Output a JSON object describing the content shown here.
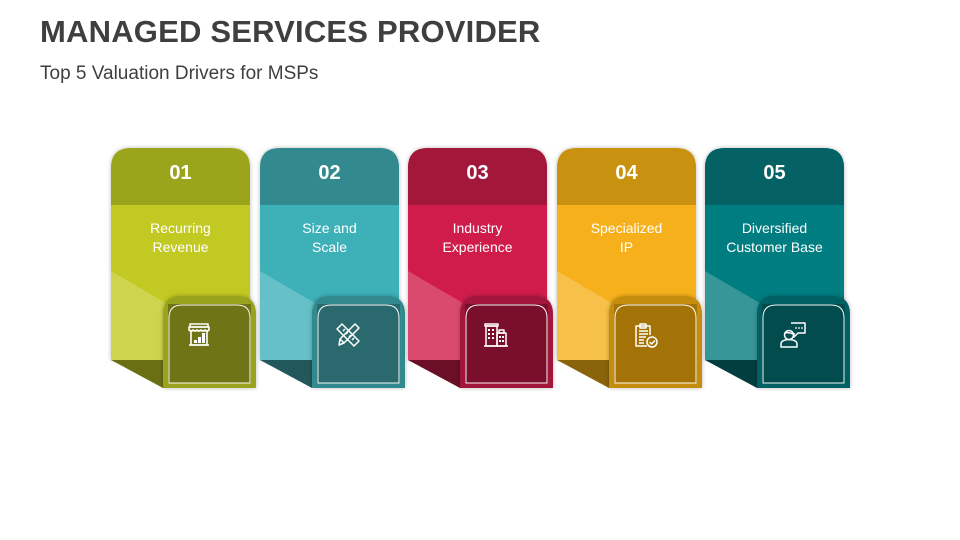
{
  "header": {
    "title": "MANAGED SERVICES PROVIDER",
    "subtitle": "Top 5 Valuation Drivers for MSPs"
  },
  "cards": [
    {
      "number": "01",
      "label": "Recurring\nRevenue",
      "icon": "store-chart-icon",
      "colors": {
        "header": "#9ba51c",
        "body": "#c2c922",
        "wedge": "#cfd44f",
        "fold": "#6a6f14",
        "tab": "#9aa31b",
        "iconbox": "#6f7516"
      }
    },
    {
      "number": "02",
      "label": "Size and\nScale",
      "icon": "ruler-pencil-icon",
      "colors": {
        "header": "#338a8e",
        "body": "#3eb0b8",
        "wedge": "#65c1c7",
        "fold": "#22585b",
        "tab": "#338a8e",
        "iconbox": "#2a6a6e"
      }
    },
    {
      "number": "03",
      "label": "Industry\nExperience",
      "icon": "buildings-icon",
      "colors": {
        "header": "#a3173b",
        "body": "#cf1b4b",
        "wedge": "#da4a6f",
        "fold": "#6a0f26",
        "tab": "#a3173b",
        "iconbox": "#7a0f2b"
      }
    },
    {
      "number": "04",
      "label": "Specialized\nIP",
      "icon": "clipboard-check-icon",
      "colors": {
        "header": "#c89110",
        "body": "#f6b01b",
        "wedge": "#f7c048",
        "fold": "#8a640a",
        "tab": "#c48d0f",
        "iconbox": "#a37307"
      }
    },
    {
      "number": "05",
      "label": "Diversified\nCustomer Base",
      "icon": "person-chat-icon",
      "colors": {
        "header": "#046164",
        "body": "#067d80",
        "wedge": "#369698",
        "fold": "#023e40",
        "tab": "#046164",
        "iconbox": "#034c4e"
      }
    }
  ]
}
